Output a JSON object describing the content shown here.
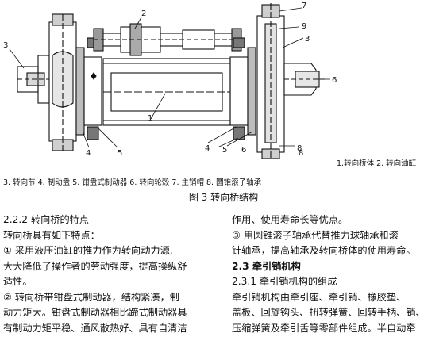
{
  "figure": {
    "callouts": [
      "1",
      "2",
      "3",
      "4",
      "5",
      "6",
      "7",
      "8",
      "9",
      "3",
      "4",
      "5",
      "6",
      "8"
    ],
    "legend_line1": "1.转向桥体  2. 转向油缸",
    "legend_line2": "3.  转向节   4.  制动盘   5.  钳盘式制动器   6.  转向轮毂 7.  主销帽   8. 圆锥滚子轴承"
  },
  "caption": "图 3    转向桥结构",
  "left_column": [
    "2.2.2  转向桥的特点",
    "    转向桥具有如下特点：",
    "①   采用液压油缸的推力作为转向动力源,",
    "大大降低了操作者的劳动强度，提高操纵舒",
    "适性。",
    "②   转向桥带钳盘式制动器，结构紧凑，制",
    "动力矩大。钳盘式制动器相比蹄式制动器具",
    "有制动力矩平稳、通风散热好、具有自清洁"
  ],
  "right_column": [
    "作用、使用寿命长等优点。",
    "③   用圆锥滚子轴承代替推力球轴承和滚",
    "针轴承，提高轴承及转向桥体的使用寿命。",
    "2.3 牵引销机构",
    "2.3.1 牵引销机构的组成",
    "    牵引销机构由牵引座、牵引销、橡胶垫、",
    "盖板、回旋钩头、扭转弹簧、回转手柄、销、",
    "压缩弹簧及牵引舌等零部件组成。半自动牵"
  ]
}
